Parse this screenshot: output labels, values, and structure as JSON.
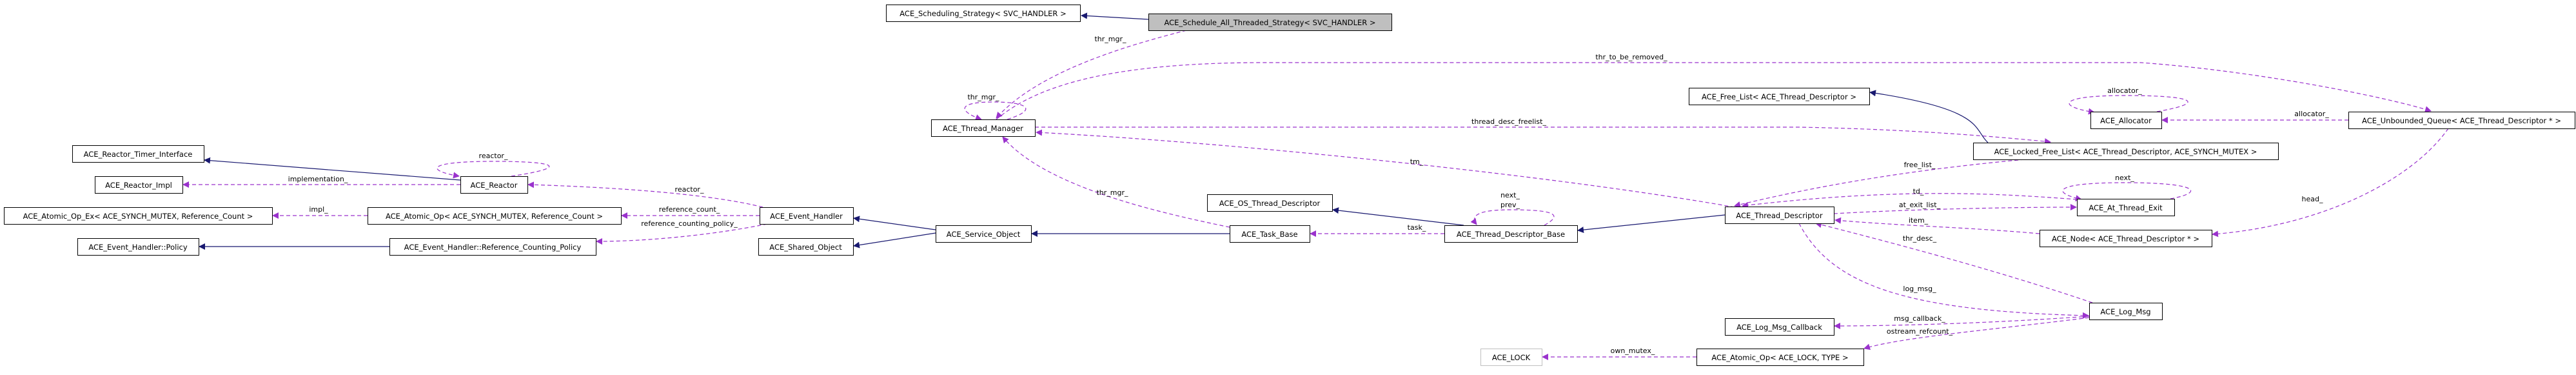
{
  "diagram": {
    "nodes": [
      "ACE_Schedule_All_Threaded_Strategy< SVC_HANDLER >",
      "ACE_Scheduling_Strategy< SVC_HANDLER >",
      "ACE_Thread_Manager",
      "ACE_Free_List< ACE_Thread_Descriptor >",
      "ACE_Allocator",
      "ACE_Unbounded_Queue< ACE_Thread_Descriptor * >",
      "ACE_Locked_Free_List< ACE_Thread_Descriptor, ACE_SYNCH_MUTEX >",
      "ACE_Reactor_Timer_Interface",
      "ACE_Reactor_Impl",
      "ACE_Reactor",
      "ACE_Atomic_Op_Ex< ACE_SYNCH_MUTEX, Reference_Count >",
      "ACE_Atomic_Op< ACE_SYNCH_MUTEX, Reference_Count >",
      "ACE_Event_Handler",
      "ACE_Event_Handler::Policy",
      "ACE_Event_Handler::Reference_Counting_Policy",
      "ACE_Shared_Object",
      "ACE_Service_Object",
      "ACE_OS_Thread_Descriptor",
      "ACE_Task_Base",
      "ACE_Thread_Descriptor_Base",
      "ACE_Thread_Descriptor",
      "ACE_At_Thread_Exit",
      "ACE_Node< ACE_Thread_Descriptor * >",
      "ACE_Log_Msg",
      "ACE_Log_Msg_Callback",
      "ACE_LOCK",
      "ACE_Atomic_Op< ACE_LOCK, TYPE >"
    ],
    "edges": [
      {
        "from": 0,
        "to": 1,
        "kind": "inheritance",
        "label": ""
      },
      {
        "from": 0,
        "to": 2,
        "kind": "usage",
        "label": "thr_mgr_"
      },
      {
        "from": 2,
        "to": 2,
        "kind": "usage",
        "label": "thr_mgr_"
      },
      {
        "from": 2,
        "to": 5,
        "kind": "usage",
        "label": "thr_to_be_removed_"
      },
      {
        "from": 2,
        "to": 6,
        "kind": "usage",
        "label": "thread_desc_freelist_"
      },
      {
        "from": 20,
        "to": 2,
        "kind": "usage",
        "label": "tm_"
      },
      {
        "from": 18,
        "to": 2,
        "kind": "usage",
        "label": "thr_mgr_"
      },
      {
        "from": 6,
        "to": 3,
        "kind": "inheritance",
        "label": ""
      },
      {
        "from": 4,
        "to": 4,
        "kind": "usage",
        "label": "allocator_"
      },
      {
        "from": 5,
        "to": 4,
        "kind": "usage",
        "label": "allocator_"
      },
      {
        "from": 5,
        "to": 22,
        "kind": "usage",
        "label": "head_"
      },
      {
        "from": 6,
        "to": 20,
        "kind": "usage",
        "label": "free_list_"
      },
      {
        "from": 21,
        "to": 21,
        "kind": "usage",
        "label": "next_"
      },
      {
        "from": 21,
        "to": 20,
        "kind": "usage",
        "label": "td_"
      },
      {
        "from": 20,
        "to": 21,
        "kind": "usage",
        "label": "at_exit_list_"
      },
      {
        "from": 22,
        "to": 20,
        "kind": "usage",
        "label": "item_"
      },
      {
        "from": 23,
        "to": 20,
        "kind": "usage",
        "label": "thr_desc_"
      },
      {
        "from": 20,
        "to": 23,
        "kind": "usage",
        "label": "log_msg_"
      },
      {
        "from": 23,
        "to": 24,
        "kind": "usage",
        "label": "msg_callback_"
      },
      {
        "from": 23,
        "to": 26,
        "kind": "usage",
        "label": "ostream_refcount_"
      },
      {
        "from": 26,
        "to": 25,
        "kind": "usage",
        "label": "own_mutex_"
      },
      {
        "from": 20,
        "to": 19,
        "kind": "inheritance",
        "label": ""
      },
      {
        "from": 19,
        "to": 19,
        "kind": "usage",
        "label": "next_"
      },
      {
        "from": 19,
        "to": 19,
        "kind": "usage",
        "label": "prev_"
      },
      {
        "from": 19,
        "to": 17,
        "kind": "inheritance",
        "label": ""
      },
      {
        "from": 19,
        "to": 18,
        "kind": "usage",
        "label": "task_"
      },
      {
        "from": 18,
        "to": 16,
        "kind": "inheritance",
        "label": ""
      },
      {
        "from": 16,
        "to": 12,
        "kind": "inheritance",
        "label": ""
      },
      {
        "from": 16,
        "to": 15,
        "kind": "inheritance",
        "label": ""
      },
      {
        "from": 12,
        "to": 9,
        "kind": "usage",
        "label": "reactor_"
      },
      {
        "from": 12,
        "to": 11,
        "kind": "usage",
        "label": "reference_count_"
      },
      {
        "from": 12,
        "to": 14,
        "kind": "usage",
        "label": "reference_counting_policy_"
      },
      {
        "from": 9,
        "to": 7,
        "kind": "inheritance",
        "label": ""
      },
      {
        "from": 9,
        "to": 9,
        "kind": "usage",
        "label": "reactor_"
      },
      {
        "from": 9,
        "to": 8,
        "kind": "usage",
        "label": "implementation_"
      },
      {
        "from": 11,
        "to": 10,
        "kind": "usage",
        "label": "impl_"
      },
      {
        "from": 14,
        "to": 13,
        "kind": "inheritance",
        "label": ""
      }
    ],
    "colors": {
      "inheritance": "#191970",
      "usage": "#9a32cd",
      "focus_fill": "#bfbfbf",
      "external_border": "#bfbfbf"
    }
  }
}
